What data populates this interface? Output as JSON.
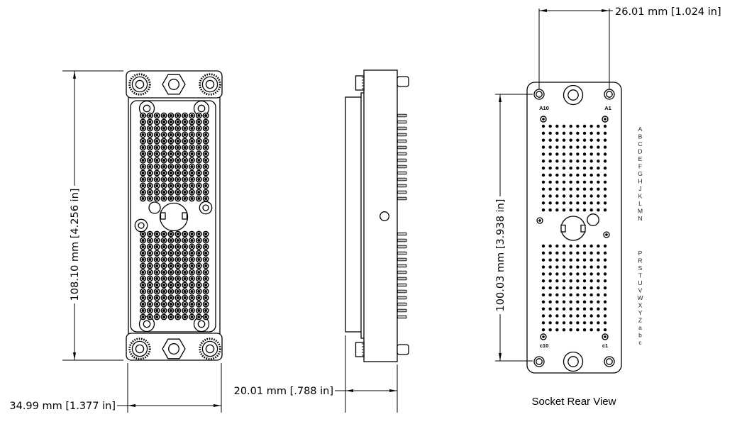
{
  "views": {
    "front": {
      "description_blocks": 2
    },
    "side": {
      "description_blocks": 2
    },
    "rear": {
      "caption": "Socket Rear View",
      "corner_pin_labels": {
        "top_left": "A10",
        "top_right": "A1",
        "bottom_left": "c10",
        "bottom_right": "c1"
      },
      "row_letters_top": [
        "A",
        "B",
        "C",
        "D",
        "E",
        "F",
        "G",
        "H",
        "J",
        "K",
        "L",
        "M",
        "N"
      ],
      "row_letters_bottom": [
        "P",
        "R",
        "S",
        "T",
        "U",
        "V",
        "W",
        "X",
        "Y",
        "Z",
        "a",
        "b",
        "c"
      ]
    }
  },
  "dimensions": {
    "front_height": "108.10 mm [4.256 in]",
    "front_width": "34.99 mm [1.377 in]",
    "side_depth": "20.01 mm [.788 in]",
    "rear_hole_spacing_horizontal": "26.01 mm [1.024 in]",
    "rear_hole_spacing_vertical": "100.03 mm [3.938 in]"
  },
  "contact_grid": {
    "columns": 10,
    "front_rows_per_block": 14,
    "rear_rows_per_block": 13,
    "blocks_per_view": 2
  },
  "colors": {
    "background": "#ffffff",
    "line": "#000000",
    "pin_fill": "#000000",
    "side_pin_fill": "#c9c9c9"
  }
}
